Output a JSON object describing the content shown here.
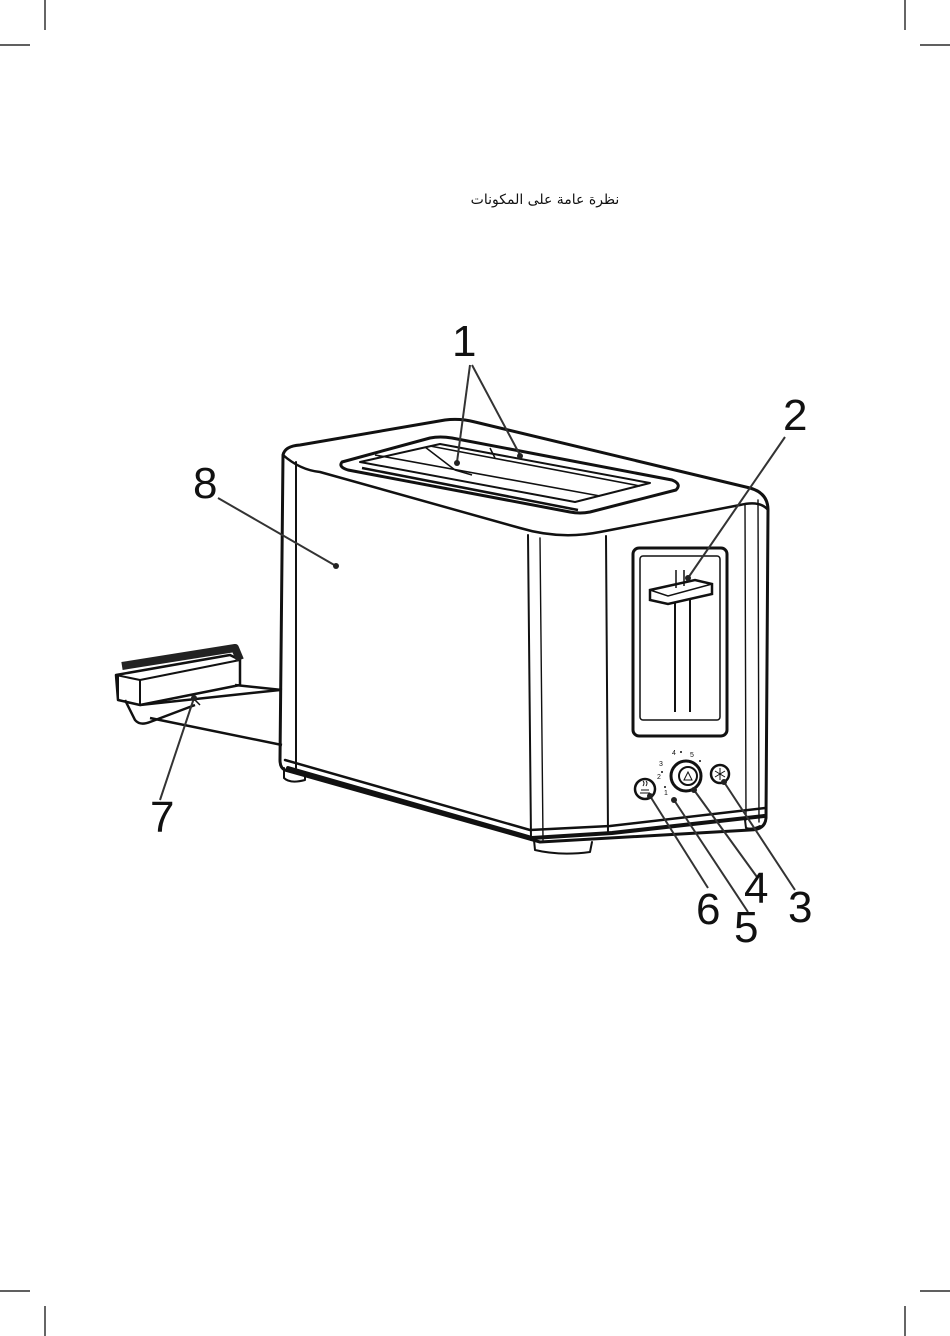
{
  "page": {
    "title": "نظرة عامة على المكونات"
  },
  "callouts": [
    {
      "number": "1",
      "part": "bread-slots"
    },
    {
      "number": "2",
      "part": "lever"
    },
    {
      "number": "3",
      "part": "button-right"
    },
    {
      "number": "4",
      "part": "browning-dial"
    },
    {
      "number": "5",
      "part": "dial-scale"
    },
    {
      "number": "6",
      "part": "button-left"
    },
    {
      "number": "7",
      "part": "bun-rack"
    },
    {
      "number": "8",
      "part": "housing"
    }
  ],
  "dial": {
    "marks": [
      "1",
      "2",
      "3",
      "4",
      "5"
    ]
  },
  "icons": {
    "button_left": "reheat-icon",
    "button_right": "defrost-icon",
    "dial_center": "stop-icon"
  }
}
